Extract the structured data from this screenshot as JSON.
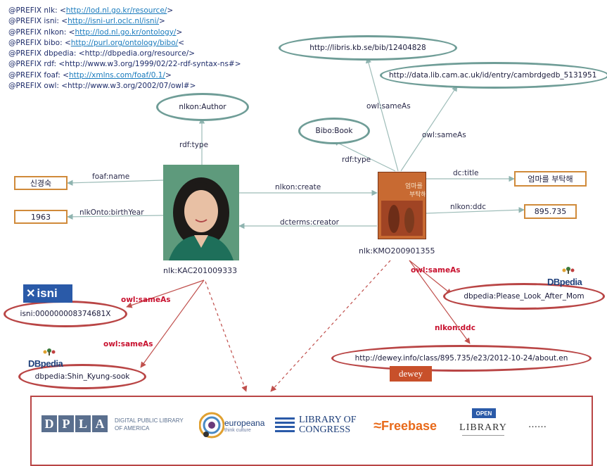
{
  "prefixes": [
    {
      "text": "@PREFIX nlk: <",
      "uri": "http://lod.nl.go.kr/resource/",
      "end": ">",
      "linked": true
    },
    {
      "text": "@PREFIX isni: <",
      "uri": "http://isni-url.oclc.nl/isni/",
      "end": ">",
      "linked": true
    },
    {
      "text": "@PREFIX nlkon: <",
      "uri": "http://lod.nl.go.kr/ontology/",
      "end": ">",
      "linked": true
    },
    {
      "text": "@PREFIX bibo: <",
      "uri": "http://purl.org/ontology/bibo/",
      "end": "<",
      "linked": true
    },
    {
      "text": "@PREFIX dbpedia: <http://dbpedia.org/resource/>",
      "uri": "",
      "end": "",
      "linked": false
    },
    {
      "text": "@PREFIX rdf: <http://www.w3.org/1999/02/22-rdf-syntax-ns#>",
      "uri": "",
      "end": "",
      "linked": false
    },
    {
      "text": "@PREFIX foaf: <",
      "uri": "http://xmlns.com/foaf/0.1/",
      "end": ">",
      "linked": true
    },
    {
      "text": "@PREFIX owl: <http://www.w3.org/2002/07/owl#>",
      "uri": "",
      "end": "",
      "linked": false
    }
  ],
  "nodes": {
    "author_class": "nlkon:Author",
    "book_class": "Bibo:Book",
    "libris": "http://libris.kb.se/bib/12404828",
    "cam": "http://data.lib.cam.ac.uk/id/entry/cambrdgedb_5131951",
    "name_value": "신경숙",
    "birth_value": "1963",
    "title_value": "엄마를 부탁해",
    "ddc_value": "895.735",
    "person_id": "nlk:KAC201009333",
    "book_id": "nlk:KMO200901355",
    "isni_value": "isni:000000008374681X",
    "dbpedia_person": "dbpedia:Shin_Kyung-sook",
    "dbpedia_book": "dbpedia:Please_Look_After_Mom",
    "dewey_url": "http://dewey.info/class/895.735/e23/2012-10-24/about.en"
  },
  "edges": {
    "rdf_type_person": "rdf:type",
    "foaf_name": "foaf:name",
    "birth_year": "nlkOnto:birthYear",
    "create": "nlkon:create",
    "creator": "dcterms:creator",
    "rdf_type_book": "rdf:type",
    "same_as_libris": "owl:sameAs",
    "same_as_cam": "owl:sameAs",
    "dc_title": "dc:title",
    "nlkon_ddc": "nlkon:ddc",
    "same_as_isni": "owl:sameAs",
    "same_as_dbp_person": "owl:sameAs",
    "same_as_dbp_book": "owl:sameAs",
    "ddc_dewey": "nlkon:ddc"
  },
  "logos": {
    "isni": "isni",
    "dbpedia": "DBpedia",
    "dewey": "dewey",
    "dpla": "DPLA",
    "dpla_sub1": "DIGITAL PUBLIC LIBRARY",
    "dpla_sub2": "OF AMERICA",
    "europeana": "europeana",
    "europeana_sub": "think culture",
    "loc1": "LIBRARY OF",
    "loc2": "CONGRESS",
    "freebase": "Freebase",
    "open_library_1": "OPEN",
    "open_library_2": "LIBRARY",
    "more": "……"
  },
  "colors": {
    "oval_border": "#6f9d97",
    "red_oval_border": "#b94545",
    "value_box_border": "#d08a3a",
    "red_label": "#c8102e",
    "link": "#1a7bbd"
  }
}
